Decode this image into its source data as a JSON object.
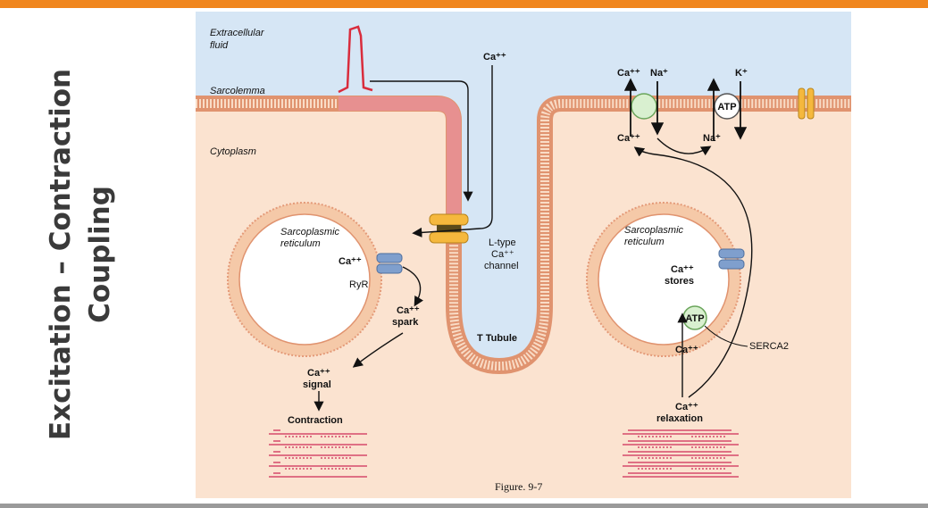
{
  "slide": {
    "title_line1": "Excitation – Contraction",
    "title_line2": "Coupling",
    "accent_color": "#f0861e"
  },
  "figure": {
    "caption": "Figure. 9-7",
    "regions": {
      "extracellular": "Extracellular",
      "extracellular2": "fluid",
      "sarcolemma": "Sarcolemma",
      "cytoplasm": "Cytoplasm",
      "t_tubule": "T Tubule"
    },
    "left_sr": {
      "title1": "Sarcoplasmic",
      "title2": "reticulum",
      "ca": "Ca⁺⁺",
      "ryr": "RyR",
      "spark1": "Ca⁺⁺",
      "spark2": "spark",
      "signal1": "Ca⁺⁺",
      "signal2": "signal",
      "contraction": "Contraction"
    },
    "channel": {
      "ca_top": "Ca⁺⁺",
      "line1": "L-type",
      "line2": "Ca⁺⁺",
      "line3": "channel"
    },
    "exchanger": {
      "ca_out": "Ca⁺⁺",
      "na_out": "Na⁺",
      "ca_in": "Ca⁺⁺",
      "k_out": "K⁺",
      "atp": "ATP",
      "na_in": "Na⁺"
    },
    "right_sr": {
      "title1": "Sarcoplasmic",
      "title2": "reticulum",
      "stores1": "Ca⁺⁺",
      "stores2": "stores",
      "atp": "ATP",
      "serca": "SERCA2",
      "ca_below": "Ca⁺⁺",
      "relax1": "Ca⁺⁺",
      "relax2": "relaxation"
    },
    "colors": {
      "extracellular": "#d6e6f5",
      "cytoplasm": "#fbe3d0",
      "membrane": "#f5c9a8",
      "action_potential": "#d92c3c",
      "l_type_channel": "#f5b83d",
      "ryr_channel": "#7f9fcd",
      "atp_pump": "#d9f0d0",
      "sarcomere": "#d64a6a"
    }
  }
}
